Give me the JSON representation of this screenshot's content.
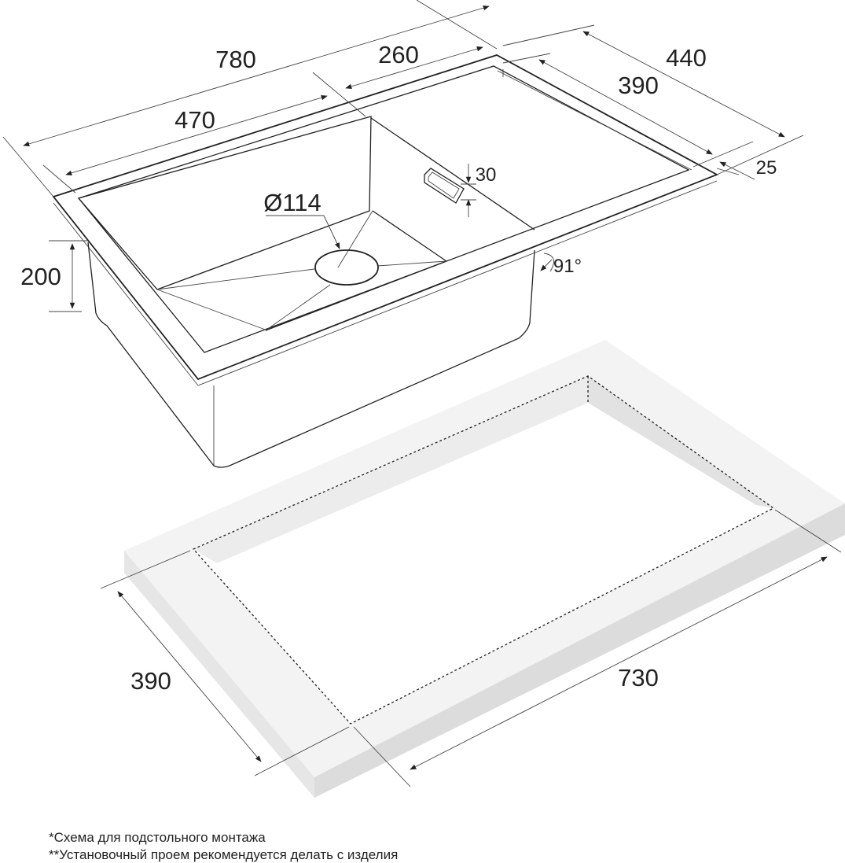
{
  "dimensions": {
    "overall_length": "780",
    "bowl_length": "470",
    "drainboard_length": "260",
    "overall_width": "440",
    "bowl_width": "390",
    "rim_width": "25",
    "overflow_height": "30",
    "drain_diameter": "Ø114",
    "bowl_depth": "200",
    "wall_angle": "91°",
    "cutout_width": "390",
    "cutout_length": "730"
  },
  "notes": [
    "*Схема для подстольного монтажа",
    "**Установочный проем рекомендуется делать с изделия"
  ]
}
